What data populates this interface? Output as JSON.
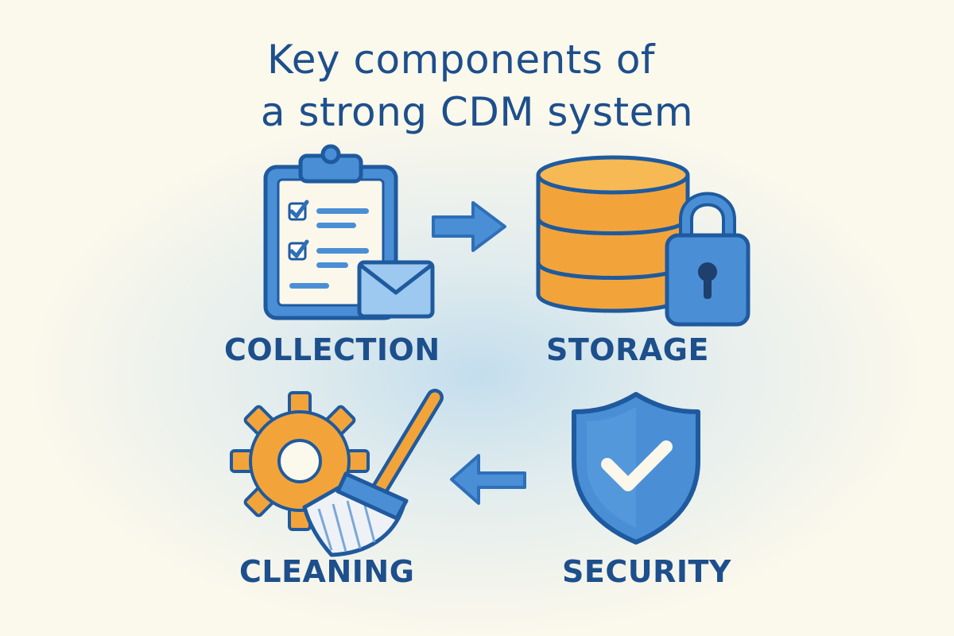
{
  "title": {
    "line1": "Key components of",
    "line2": "a strong CDM system"
  },
  "components": [
    {
      "id": "collection",
      "label": "COLLECTION",
      "icon": "clipboard-envelope-icon"
    },
    {
      "id": "storage",
      "label": "STORAGE",
      "icon": "database-lock-icon"
    },
    {
      "id": "cleaning",
      "label": "CLEANING",
      "icon": "gear-broom-icon"
    },
    {
      "id": "security",
      "label": "SECURITY",
      "icon": "shield-check-icon"
    }
  ],
  "arrows": [
    {
      "from": "collection",
      "to": "storage",
      "direction": "right"
    },
    {
      "from": "security",
      "to": "cleaning",
      "direction": "left"
    }
  ],
  "colors": {
    "title": "#1d4f8c",
    "blue": "#4a8fd6",
    "dark_blue": "#1f5a9e",
    "orange": "#f2a43a",
    "background": "#fbf8ec"
  }
}
